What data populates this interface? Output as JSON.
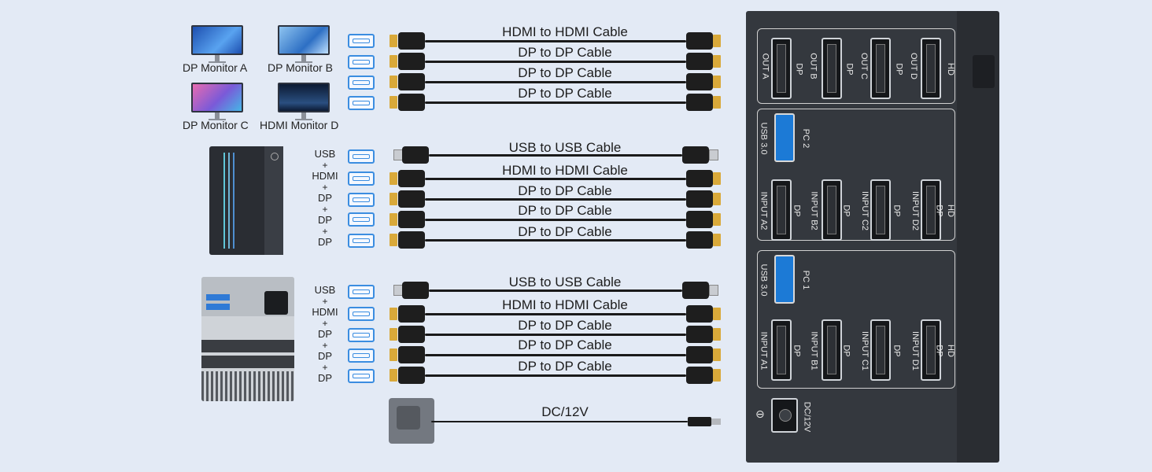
{
  "monitors": [
    {
      "label": "DP Monitor A",
      "color": "#3f7fd6"
    },
    {
      "label": "DP Monitor B",
      "color": "#4a92d8"
    },
    {
      "label": "DP Monitor C",
      "color": "#9d6bd6"
    },
    {
      "label": "HDMI Monitor D",
      "color": "#2a3f66"
    }
  ],
  "monitor_cables": [
    "HDMI to HDMI Cable",
    "DP to DP Cable",
    "DP to DP Cable",
    "DP to DP Cable"
  ],
  "pc1": {
    "ports": [
      "USB",
      "HDMI",
      "DP",
      "DP",
      "DP"
    ],
    "plus": "+",
    "cables": [
      "USB to USB Cable",
      "HDMI to HDMI Cable",
      "DP to DP Cable",
      "DP to DP Cable",
      "DP to DP Cable"
    ]
  },
  "pc2": {
    "ports": [
      "USB",
      "HDMI",
      "DP",
      "DP",
      "DP"
    ],
    "plus": "+",
    "cables": [
      "USB to USB Cable",
      "HDMI to HDMI Cable",
      "DP to DP Cable",
      "DP to DP Cable",
      "DP to DP Cable"
    ]
  },
  "power": {
    "cable_label": "DC/12V",
    "port_label": "DC/12V"
  },
  "kvm": {
    "out_row": [
      {
        "name": "OUT A",
        "type": ""
      },
      {
        "name": "OUT B",
        "type": "DP"
      },
      {
        "name": "OUT C",
        "type": "DP"
      },
      {
        "name": "OUT D",
        "type": "DP"
      },
      {
        "name": "",
        "type": "HD"
      }
    ],
    "pc2_row": [
      {
        "name": "INPUT A2",
        "type": "DP"
      },
      {
        "name": "INPUT B2",
        "type": "DP"
      },
      {
        "name": "INPUT C2",
        "type": "DP"
      },
      {
        "name": "INPUT D2",
        "type": "DP"
      },
      {
        "name": "",
        "type": "HD"
      }
    ],
    "pc1_row": [
      {
        "name": "INPUT A1",
        "type": "DP"
      },
      {
        "name": "INPUT B1",
        "type": "DP"
      },
      {
        "name": "INPUT C1",
        "type": "DP"
      },
      {
        "name": "INPUT D1",
        "type": "DP"
      },
      {
        "name": "",
        "type": "HD"
      }
    ],
    "usb_label": "USB 3.0",
    "pc2_label": "PC 2",
    "pc1_label": "PC 1",
    "colors": {
      "body": "#34383e",
      "port_border": "#cfd3d8",
      "usb": "#1c7ad6"
    }
  },
  "colors": {
    "background": "#e3eaf5",
    "port_icon": "#3b8de0",
    "gold": "#d9a93a"
  }
}
